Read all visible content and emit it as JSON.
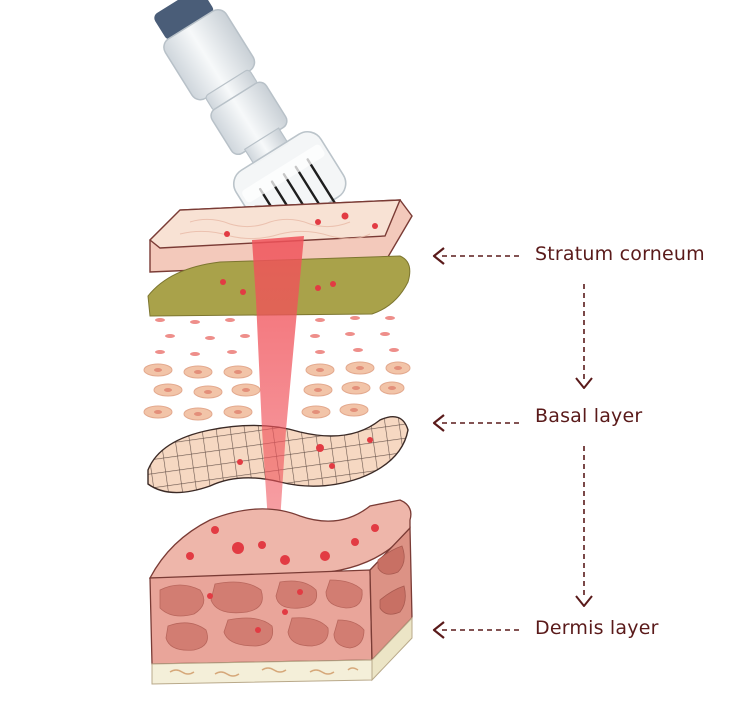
{
  "labels": {
    "stratum": "Stratum corneum",
    "basal": "Basal layer",
    "dermis": "Dermis layer"
  },
  "icons": [
    "microneedle-pen-icon",
    "left-arrow-icon",
    "down-arrow-icon"
  ],
  "colors": {
    "label_text": "#5a1a1a",
    "arrow": "#5a1a1a",
    "beam": "#f0525a",
    "stratum_top": "#f8e2d4",
    "stratum_side": "#f3c9bb",
    "olive_layer": "#a9a24a",
    "mesh": "#f6d8c2",
    "dermis": "#e9a59a",
    "dermis_cell": "#d27d72",
    "fat_layer": "#f4efd9",
    "pen_body": "#e7ecef"
  }
}
